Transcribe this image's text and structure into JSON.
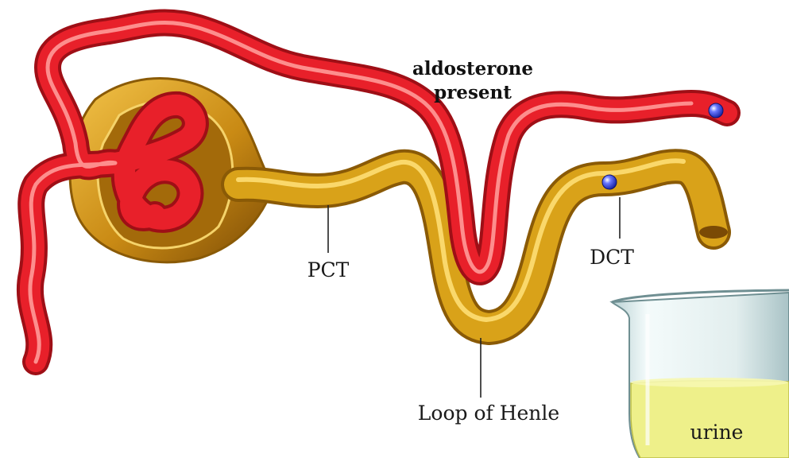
{
  "heading": {
    "line1": "aldosterone",
    "line2": "present"
  },
  "labels": {
    "pct": "PCT",
    "dct": "DCT",
    "loop": "Loop of Henle",
    "urine": "urine"
  },
  "colors": {
    "vessel": "#e8202a",
    "vessel_dark": "#9e0f16",
    "vessel_light": "#ff9a98",
    "tubule": "#d9a219",
    "tubule_dark": "#8a5a06",
    "tubule_light": "#ffe27a",
    "urine": "#eef08a",
    "beaker_glass": "#dcecec",
    "particle": "#2b3ad6"
  }
}
